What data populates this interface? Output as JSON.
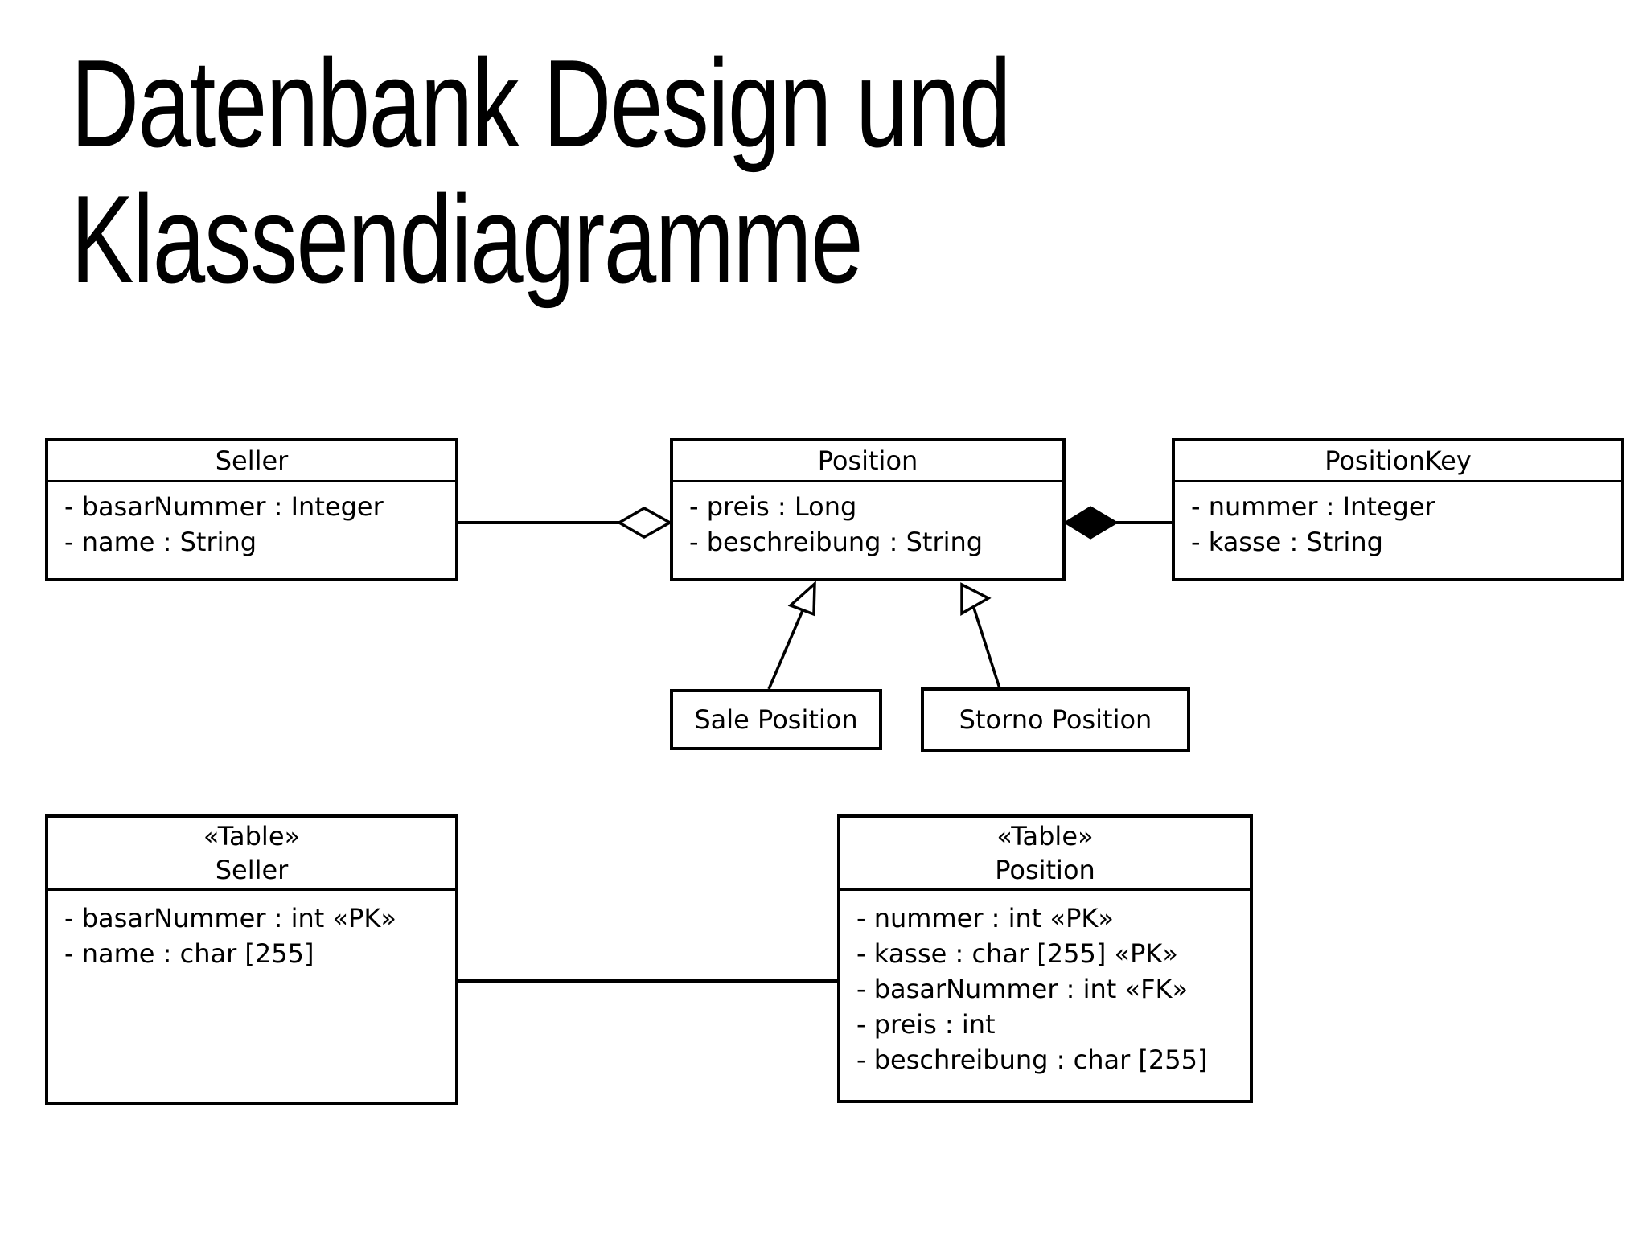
{
  "slide": {
    "title_line1": "Datenbank Design und",
    "title_line2": "Klassendiagramme"
  },
  "class_diagram": {
    "seller": {
      "name": "Seller",
      "attributes": [
        "- basarNummer : Integer",
        "- name : String"
      ]
    },
    "position": {
      "name": "Position",
      "attributes": [
        "- preis : Long",
        "- beschreibung : String"
      ]
    },
    "position_key": {
      "name": "PositionKey",
      "attributes": [
        "- nummer : Integer",
        "- kasse : String"
      ]
    },
    "sale_position": {
      "name": "Sale Position"
    },
    "storno_position": {
      "name": "Storno Position"
    },
    "connectors": {
      "seller_position": "aggregation-open-diamond",
      "position_positionkey": "composition-filled-diamond",
      "sale_to_position": "generalization-hollow-triangle",
      "storno_to_position": "generalization-hollow-triangle"
    }
  },
  "table_diagram": {
    "seller": {
      "stereotype": "«Table»",
      "name": "Seller",
      "attributes": [
        "- basarNummer : int «PK»",
        "- name : char [255]"
      ]
    },
    "position": {
      "stereotype": "«Table»",
      "name": "Position",
      "attributes": [
        "- nummer : int «PK»",
        "- kasse : char [255] «PK»",
        "- basarNummer : int «FK»",
        "- preis : int",
        "- beschreibung : char [255]"
      ]
    },
    "connectors": {
      "seller_position": "association-line"
    }
  },
  "colors": {
    "background": "#ffffff",
    "stroke": "#000000",
    "text": "#000000"
  }
}
